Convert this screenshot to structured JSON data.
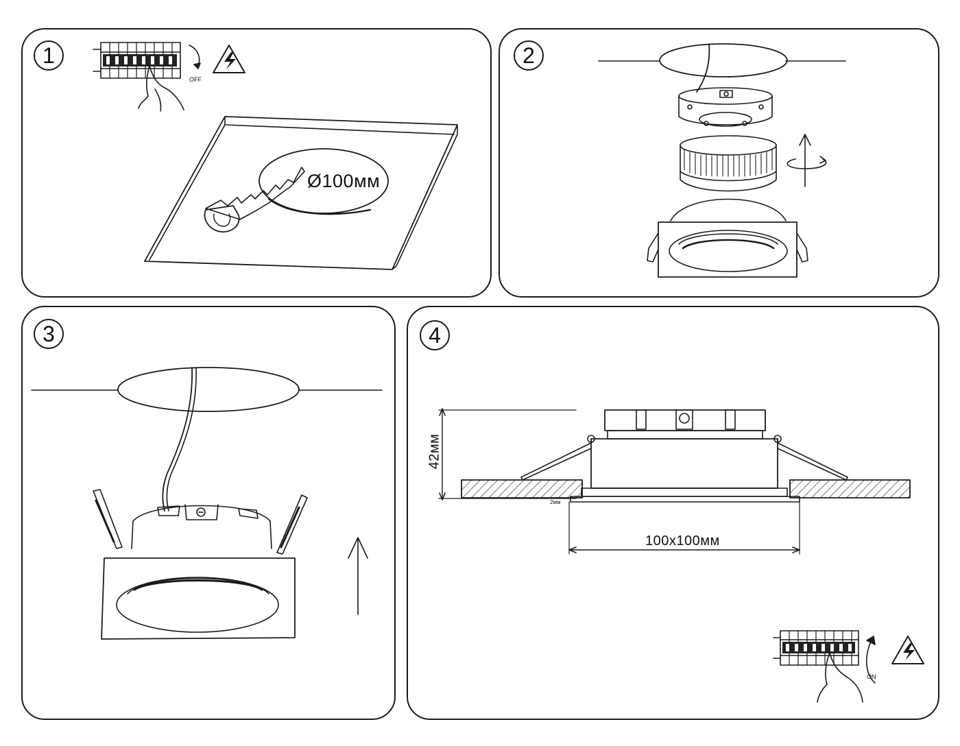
{
  "steps": [
    {
      "number": "1",
      "switch_label": "OFF",
      "hole_label": "Ø100мм"
    },
    {
      "number": "2"
    },
    {
      "number": "3"
    },
    {
      "number": "4",
      "height_label": "42мм",
      "gap_label": "2мм",
      "size_label": "100х100мм",
      "switch_label": "ON"
    }
  ]
}
